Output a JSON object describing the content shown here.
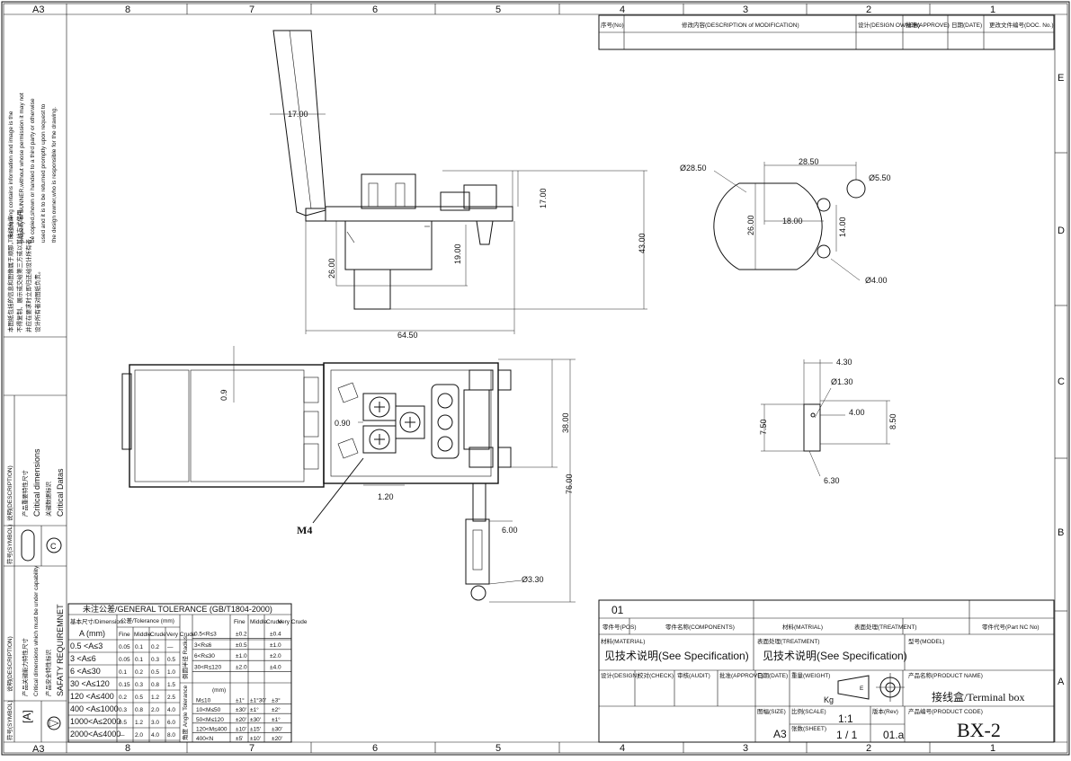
{
  "sheet": {
    "size_code": "A3",
    "col_numbers": [
      "8",
      "7",
      "6",
      "5",
      "4",
      "3",
      "2",
      "1"
    ],
    "row_letters": [
      "E",
      "D",
      "C",
      "B",
      "A"
    ]
  },
  "notice": {
    "en_lines": [
      "This drawing contains information and image is the",
      "property of SUNNER,without whose permission it may not",
      "be copied,shown or handed to a third party or otherwise",
      "used and it is to be returned promptly upon request to",
      "the design owner,who is responsible for the drawing."
    ],
    "cn_lines": [
      "本图纸包括的信息和图像属于顺那，未经允许",
      "不得复制、展示或交给第三方或以其他方式使用，",
      "并应在要求时立即归还给设计所有者，",
      "设计所有者对图纸负责。"
    ]
  },
  "symbol_panel": {
    "col_symbol": "符号(SYMBOL)",
    "col_desc": "说明(DESCRIPTION)",
    "critical_cn": "产品重要特性尺寸",
    "critical_en": "Critical dimensions",
    "datas_cn": "关键数据标识",
    "datas_en": "Critical Datas",
    "safety_symbol": "[A]",
    "safety_cn": "产品关键能力特性尺寸",
    "safety_en": "Critical dimensions which must be under capability",
    "safety_req_cn": "产品安全特性标识",
    "safety_req_en": "SAFATY REQUIREMNET"
  },
  "revision_header": {
    "cols": [
      "序号(No)",
      "修改内容(DESCRIPTION of MODIFICATION)",
      "设计(DESIGN OWNER)",
      "批准(APPROVE)",
      "日期(DATE)",
      "更改文件编号(DOC. No.)"
    ]
  },
  "dimensions": {
    "front": [
      "17.00",
      "17.00",
      "43.00",
      "26.00",
      "19.00",
      "64.50"
    ],
    "side": [
      "Ø28.50",
      "28.50",
      "18.00",
      "26.00",
      "14.00",
      "Ø5.50",
      "Ø4.00"
    ],
    "top": [
      "0.9",
      "0.90",
      "38.00",
      "76.00",
      "1.20",
      "6.00",
      "Ø3.30"
    ],
    "m4_label": "M4",
    "terminal": [
      "4.30",
      "Ø1.30",
      "4.00",
      "7.50",
      "8.50",
      "6.30"
    ]
  },
  "tolerance": {
    "title": "未注公差/GENERAL TOLERANCE (GB/T1804-2000)",
    "left_headers": [
      "基本尺寸/Dimension",
      "A (mm)",
      "公差/Tolerance (mm)",
      "Fine",
      "Middle",
      "Crude",
      "Very Crude"
    ],
    "left_rows": [
      [
        "0.5 <A≤3",
        "0.05",
        "0.1",
        "0.2",
        "—"
      ],
      [
        "3 <A≤6",
        "0.05",
        "0.1",
        "0.3",
        "0.5"
      ],
      [
        "6 <A≤30",
        "0.1",
        "0.2",
        "0.5",
        "1.0"
      ],
      [
        "30 <A≤120",
        "0.15",
        "0.3",
        "0.8",
        "1.5"
      ],
      [
        "120 <A≤400",
        "0.2",
        "0.5",
        "1.2",
        "2.5"
      ],
      [
        "400 <A≤1000",
        "0.3",
        "0.8",
        "2.0",
        "4.0"
      ],
      [
        "1000<A≤2000",
        "0.5",
        "1.2",
        "3.0",
        "6.0"
      ],
      [
        "2000<A≤4000",
        "—",
        "2.0",
        "4.0",
        "8.0"
      ]
    ],
    "right_headers_top": [
      "Fine",
      "Middle",
      "Crude",
      "Very Crude"
    ],
    "radius_label": "倒圆半径 Radius",
    "radius_rows": [
      [
        "0.5<R≤3",
        "±0.2",
        "±0.4"
      ],
      [
        "3<R≤6",
        "±0.5",
        "±1.0"
      ],
      [
        "6<R≤30",
        "±1.0",
        "±2.0"
      ],
      [
        "30<R≤120",
        "±2.0",
        "±4.0"
      ]
    ],
    "angle_label": "角度 Angle Tolerance",
    "angle_head": "(mm)",
    "angle_rows": [
      [
        "M≤10",
        "±1°",
        "±1°30'",
        "±3°"
      ],
      [
        "10<M≤50",
        "±30'",
        "±1°",
        "±2°"
      ],
      [
        "50<M≤120",
        "±20'",
        "±30'",
        "±1°"
      ],
      [
        "120<M≤400",
        "±10'",
        "±15'",
        "±30'"
      ],
      [
        "400<N",
        "±5'",
        "±10'",
        "±20'"
      ]
    ]
  },
  "title_block": {
    "row_no": "01",
    "pos": "零件号(POS)",
    "components": "零件名称(COMPONENTS)",
    "material_head": "材料(MATRIAL)",
    "treatment_head": "表面处理(TREATMENT)",
    "part_no": "零件代号(Part NC No)",
    "material_label": "材料(MATERIAL)",
    "material_value": "见技术说明(See Specification)",
    "treatment_label": "表面处理(TREATMENT)",
    "treatment_value": "见技术说明(See Specification)",
    "model_label": "型号(MODEL)",
    "design": "设计(DESIGN)",
    "check": "校对(CHECK)",
    "audit": "审核(AUDIT)",
    "approve": "批准(APPROVE)",
    "date": "日期(DATE)",
    "weight": "重量(WEIGHT)",
    "weight_unit": "Kg",
    "product_name_label": "产品名称(PRODUCT NAME)",
    "product_name": "接线盒/Terminal box",
    "size_label": "图幅(SIZE)",
    "size": "A3",
    "scale_label": "比例(SCALE)",
    "scale": "1:1",
    "sheet_label": "张数(SHEET)",
    "sheet": "1 / 1",
    "rev_label": "版本(Rev)",
    "rev": "01.a",
    "code_label": "产品编号(PRODUCT CODE)",
    "code": "BX-2"
  }
}
